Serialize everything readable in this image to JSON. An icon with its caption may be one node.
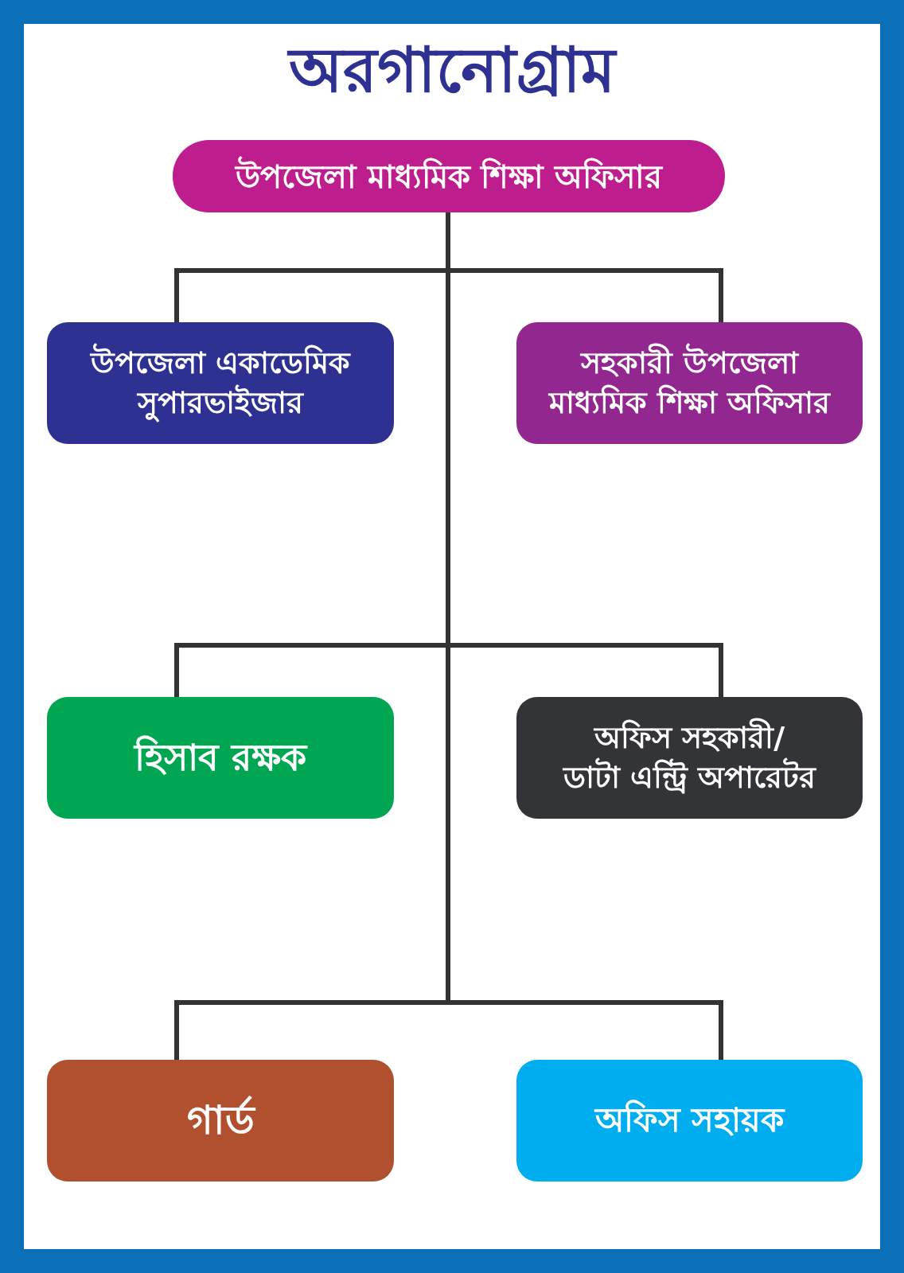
{
  "diagram": {
    "title": "অরগানোগ্রাম",
    "nodes": [
      {
        "text": [
          "উপজেলা মাধ্যমিক শিক্ষা অফিসার"
        ]
      },
      {
        "text": [
          "উপজেলা একাডেমিক সুপারভাইজার"
        ]
      },
      {
        "text": [
          "সহকারী উপজেলা মাধ্যমিক শিক্ষা অফিসার"
        ]
      },
      {
        "text": [
          "হিসাব রক্ষক"
        ]
      },
      {
        "text": [
          "অফিস সহকারী/ ডাটা এন্ট্রি অপারেটর"
        ]
      },
      {
        "text": [
          "গার্ড"
        ]
      },
      {
        "text": [
          "অফিস সহায়ক"
        ]
      }
    ],
    "edges": [
      {
        "from": 0,
        "to": 1,
        "arrow": "none"
      },
      {
        "from": 0,
        "to": 2,
        "arrow": "none"
      },
      {
        "from": 0,
        "to": 3,
        "arrow": "none"
      },
      {
        "from": 0,
        "to": 4,
        "arrow": "none"
      },
      {
        "from": 0,
        "to": 5,
        "arrow": "none"
      },
      {
        "from": 0,
        "to": 6,
        "arrow": "none"
      }
    ]
  }
}
